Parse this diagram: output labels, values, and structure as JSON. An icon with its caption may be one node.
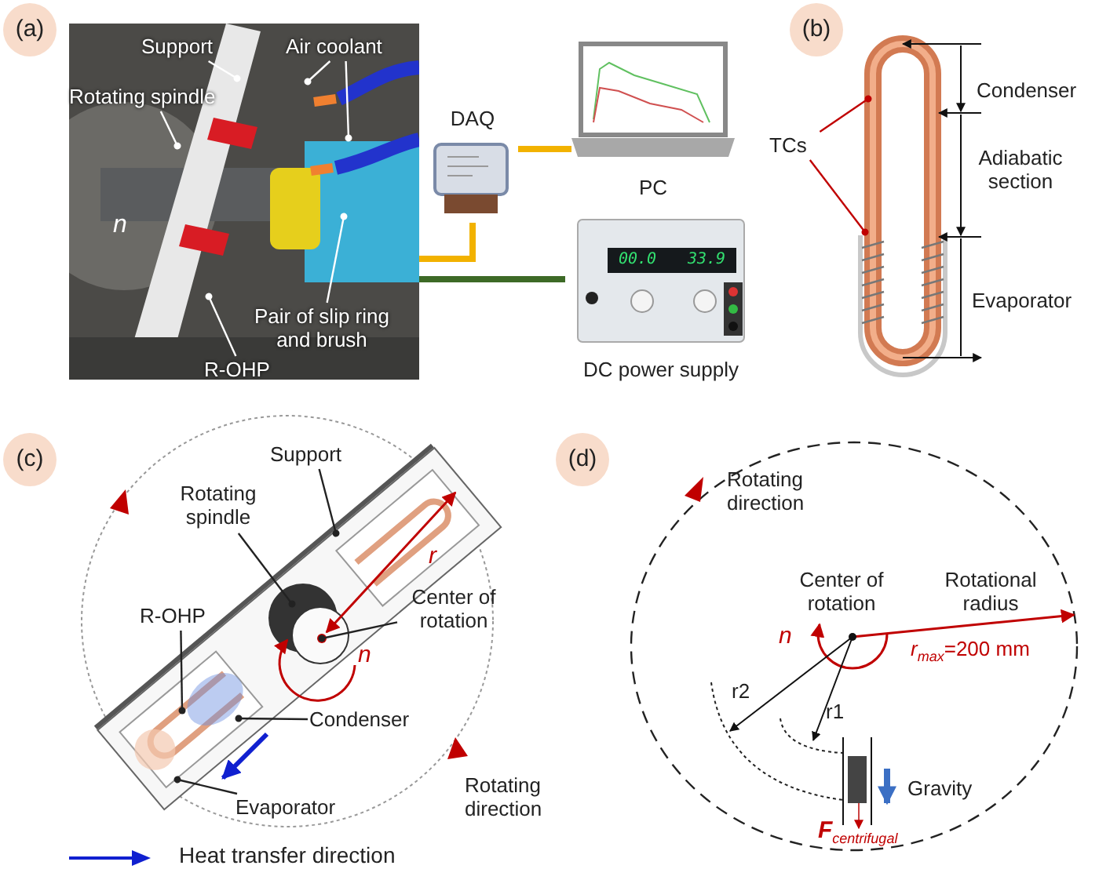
{
  "diagram": {
    "nodes": [
      {
        "text": [],
        "shape": "picture"
      },
      {
        "text": [
          "Support"
        ],
        "in": 0
      },
      {
        "text": [
          "Air coolant"
        ],
        "in": 0
      },
      {
        "text": [
          "Rotating spindle"
        ],
        "in": 0
      },
      {
        "text": [
          "Pair of slip ring and brush"
        ],
        "in": 0
      },
      {
        "text": [
          "R-OHP"
        ],
        "in": 0
      },
      {
        "text": [
          "DAQ"
        ]
      },
      {
        "text": [
          "PC"
        ]
      },
      {
        "text": [
          "DC power supply"
        ]
      },
      {
        "text": [
          "TCs"
        ]
      },
      {
        "text": [
          "Support"
        ]
      },
      {
        "text": [
          "Rotating spindle"
        ]
      },
      {
        "text": [
          "R-OHP"
        ]
      },
      {
        "text": [
          "Center of rotation"
        ]
      },
      {
        "text": [
          "Condenser"
        ]
      },
      {
        "text": [
          "Evaporator"
        ]
      }
    ],
    "edges": [
      {
        "from": 1,
        "to": null,
        "arrow": "other",
        "color": "#ffffff"
      },
      {
        "from": 2,
        "to": null,
        "arrow": "other",
        "color": "#ffffff"
      },
      {
        "from": 2,
        "to": null,
        "arrow": "other",
        "color": "#ffffff"
      },
      {
        "from": 3,
        "to": null,
        "arrow": "other",
        "color": "#ffffff"
      },
      {
        "from": 4,
        "to": null,
        "arrow": "other",
        "color": "#ffffff"
      },
      {
        "from": 5,
        "to": null,
        "arrow": "other",
        "color": "#ffffff"
      },
      {
        "from": 0,
        "to": 6,
        "arrow": "none",
        "style": "thick",
        "color": "#f2b200"
      },
      {
        "from": 6,
        "to": 7,
        "arrow": "none",
        "style": "thick",
        "color": "#f2b200"
      },
      {
        "from": 0,
        "to": 8,
        "arrow": "none",
        "style": "thick",
        "color": "#3d6a26"
      },
      {
        "from": 9,
        "to": null,
        "arrow": "other",
        "color": "#c00000"
      },
      {
        "from": 9,
        "to": null,
        "arrow": "other",
        "color": "#c00000"
      },
      {
        "from": 10,
        "to": null,
        "arrow": "other",
        "color": "#222222"
      },
      {
        "from": 11,
        "to": null,
        "arrow": "other",
        "color": "#222222"
      },
      {
        "from": 12,
        "to": null,
        "arrow": "other",
        "color": "#222222"
      },
      {
        "from": 13,
        "to": null,
        "arrow": "other",
        "color": "#222222"
      },
      {
        "from": 14,
        "to": null,
        "arrow": "other",
        "color": "#222222"
      },
      {
        "from": 15,
        "to": null,
        "arrow": "other",
        "color": "#222222"
      }
    ],
    "labels": [
      "(a)",
      "n",
      "00.0",
      "33.9",
      "(b)",
      "Condenser",
      "Adiabatic section",
      "Evaporator",
      "(c)",
      "r",
      "n",
      "Rotating direction",
      "(d)",
      "Rotating direction",
      "Center of rotation",
      "Rotational radius",
      "n",
      "*r*$_{max}$=200 mm",
      "r2",
      "r1",
      "Gravity",
      "**F**$_{centrifugal}$"
    ],
    "legend": [
      {
        "text": "Heat transfer direction"
      }
    ]
  }
}
